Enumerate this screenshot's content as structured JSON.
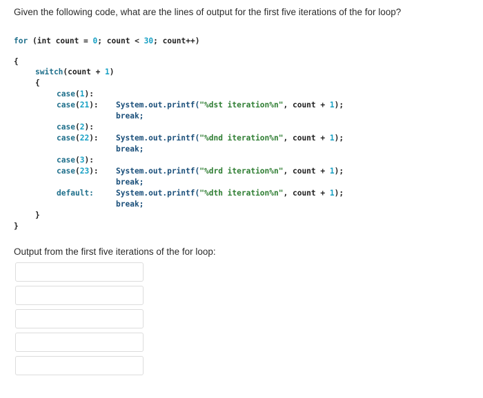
{
  "question": "Given the following code, what are the lines of output for the first five iterations of the for loop?",
  "code": {
    "for_kw": "for",
    "for_open": "(int count = ",
    "for_init": "0",
    "for_mid": "; count < ",
    "for_limit": "30",
    "for_end": "; count++)",
    "open_brace": "{",
    "switch_kw": "switch",
    "switch_open": "(count + ",
    "switch_num": "1",
    "switch_close": ")",
    "inner_open_brace": "{",
    "case_kw": "case",
    "case1_num": "1",
    "case21_num": "21",
    "case2_num": "2",
    "case22_num": "22",
    "case3_num": "3",
    "case23_num": "23",
    "lp": "(",
    "rp_colon": "):",
    "call": "System.out.printf(",
    "str_st": "\"%dst iteration%n\"",
    "str_nd": "\"%dnd iteration%n\"",
    "str_rd": "\"%drd iteration%n\"",
    "str_th": "\"%dth iteration%n\"",
    "args": ", count + ",
    "args_num": "1",
    "call_end": ");",
    "break_kw": "break;",
    "default_kw": "default:",
    "inner_close_brace": "}",
    "close_brace": "}"
  },
  "output_label": "Output from the first five iterations of the for loop:",
  "answers": [
    "",
    "",
    "",
    "",
    ""
  ]
}
